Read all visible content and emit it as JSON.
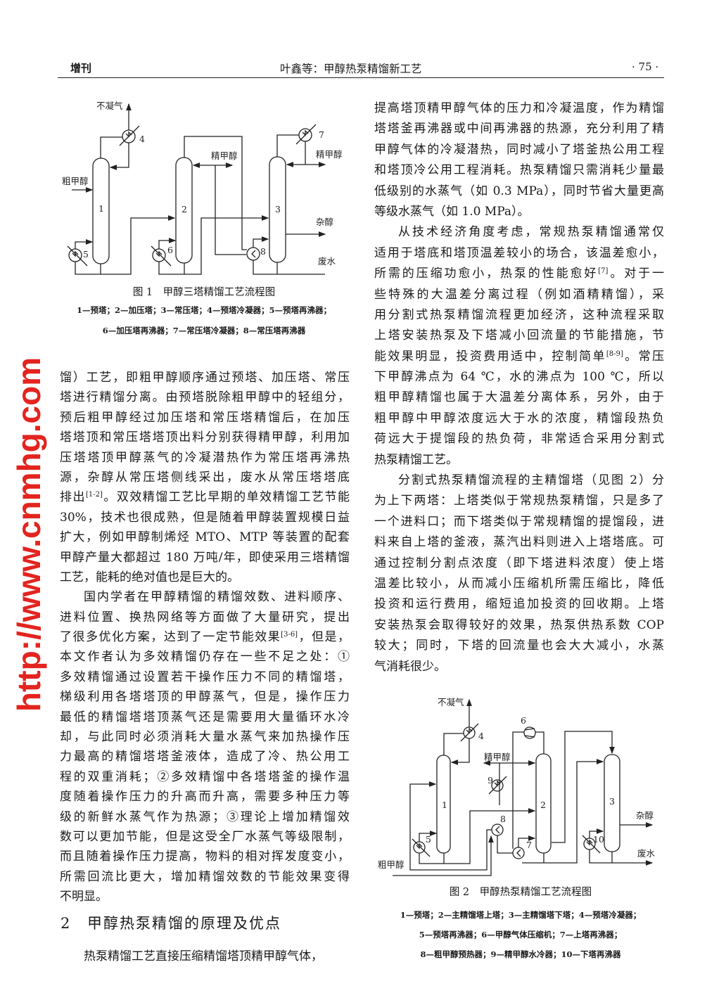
{
  "header": {
    "left": "增刊",
    "center": "叶鑫等：甲醇热泵精馏新工艺",
    "page": "· 75 ·"
  },
  "figure1": {
    "labels": {
      "noncondensable": "不凝气",
      "crude_methanol": "粗甲醇",
      "refined_methanol_a": "精甲醇",
      "refined_methanol_b": "精甲醇",
      "fusel": "杂醇",
      "wastewater": "废水",
      "n1": "1",
      "n2": "2",
      "n3": "3",
      "n4": "4",
      "n5": "5",
      "n6": "6",
      "n7": "7",
      "n8": "8"
    },
    "caption": "图 1　甲醇三塔精馏工艺流程图",
    "legend": [
      "1—预塔；2—加压塔；3—常压塔；4—预塔冷凝器；5—预塔再沸器；",
      "6—加压塔再沸器；7—常压塔冷凝器；8—常压塔再沸器"
    ]
  },
  "figure2": {
    "labels": {
      "noncondensable": "不凝气",
      "crude_methanol": "粗甲醇",
      "refined_methanol": "精甲醇",
      "fusel": "杂醇",
      "wastewater": "废水",
      "n1": "1",
      "n2": "2",
      "n3": "3",
      "n4": "4",
      "n5": "5",
      "n6": "6",
      "n7": "7",
      "n8": "8",
      "n9": "9",
      "n10": "10"
    },
    "caption": "图 2　甲醇热泵精馏工艺流程图",
    "legend": [
      "1—预塔；2—主精馏塔上塔；3—主精馏塔下塔；4—预塔冷凝器；",
      "5—预塔再沸器；6—甲醇气体压缩机；7—上塔再沸器；",
      "8—粗甲醇预热器；9—精甲醇水冷器；10—下塔再沸器"
    ]
  },
  "left_column": [
    {
      "indent": false,
      "lines": [
        "馏）工艺，即粗甲醇顺序通过预塔、加压塔、常压",
        "塔进行精馏分离。由预塔脱除粗甲醇中的轻组分，",
        "预后粗甲醇经过加压塔和常压塔精馏后，在加压",
        "塔塔顶和常压塔塔顶出料分别获得精甲醇，利用加",
        "压塔塔顶甲醇蒸气的冷凝潜热作为常压塔再沸热",
        "源，杂醇从常压塔侧线采出，废水从常压塔塔底",
        "排出{[1-2]}。双效精馏工艺比早期的单效精馏工艺节能",
        "30%，技术也很成熟，但是随着甲醇装置规模日益",
        "扩大，例如甲醇制烯烃 MTO、MTP 等装置的配套",
        "甲醇产量大都超过 180 万吨/年，即使采用三塔精馏",
        "工艺，能耗的绝对值也是巨大的。"
      ]
    },
    {
      "indent": true,
      "lines": [
        "国内学者在甲醇精馏的精馏效数、进料顺序、",
        "进料位置、换热网络等方面做了大量研究，提出",
        "了很多优化方案，达到了一定节能效果{[3-6]}，但是，",
        "本文作者认为多效精馏仍存在一些不足之处：①",
        "多效精馏通过设置若干操作压力不同的精馏塔，",
        "梯级利用各塔塔顶的甲醇蒸气，但是，操作压力",
        "最低的精馏塔塔顶蒸气还是需要用大量循环水冷",
        "却，与此同时必须消耗大量水蒸气来加热操作压",
        "力最高的精馏塔塔釜液体，造成了冷、热公用工",
        "程的双重消耗；②多效精馏中各塔塔釜的操作温",
        "度随着操作压力的升高而升高，需要多种压力等",
        "级的新鲜水蒸气作为热源；③理论上增加精馏效",
        "数可以更加节能，但是这受全厂水蒸气等级限制，",
        "而且随着操作压力提高，物料的相对挥发度变小，",
        "所需回流比更大，增加精馏效数的节能效果变得",
        "不明显。"
      ]
    }
  ],
  "section2": {
    "number": "2",
    "title": "甲醇热泵精馏的原理及优点"
  },
  "section2_para": {
    "indent": true,
    "lines": [
      "热泵精馏工艺直接压缩精馏塔顶精甲醇气体，"
    ]
  },
  "right_column": [
    {
      "indent": false,
      "lines": [
        "提高塔顶精甲醇气体的压力和冷凝温度，作为精馏",
        "塔塔釜再沸器或中间再沸器的热源，充分利用了精",
        "甲醇气体的冷凝潜热，同时减小了塔釜热公用工程",
        "和塔顶冷公用工程消耗。热泵精馏只需消耗少量最",
        "低级别的水蒸气（如 0.3 MPa），同时节省大量更高",
        "等级水蒸气（如 1.0 MPa）。"
      ]
    },
    {
      "indent": true,
      "lines": [
        "从技术经济角度考虑，常规热泵精馏通常仅",
        "适用于塔底和塔顶温差较小的场合，该温差愈小，",
        "所需的压缩功愈小，热泵的性能愈好{[7]}。对于一",
        "些特殊的大温差分离过程（例如酒精精馏），采",
        "用分割式热泵精馏流程更加经济，这种流程采取",
        "上塔安装热泵及下塔减小回流量的节能措施，节",
        "能效果明显，投资费用适中，控制简单{[8-9]}。常压",
        "下甲醇沸点为 64 ℃，水的沸点为 100 ℃，所以",
        "粗甲醇精馏也属于大温差分离体系，另外，由于",
        "粗甲醇中甲醇浓度远大于水的浓度，精馏段热负",
        "荷远大于提馏段的热负荷，非常适合采用分割式",
        "热泵精馏工艺。"
      ]
    },
    {
      "indent": true,
      "lines": [
        "分割式热泵精馏流程的主精馏塔（见图 2）分",
        "为上下两塔：上塔类似于常规热泵精馏，只是多了",
        "一个进料口；而下塔类似于常规精馏的提馏段，进",
        "料来自上塔的釜液，蒸汽出料则进入上塔塔底。可",
        "通过控制分割点浓度（即下塔进料浓度）使上塔",
        "温差比较小，从而减小压缩机所需压缩比，降低",
        "投资和运行费用，缩短追加投资的回收期。上塔",
        "安装热泵会取得较好的效果，热泵供热系数 COP",
        "较大；同时，下塔的回流量也会大大减小，水蒸",
        "气消耗很少。"
      ]
    }
  ],
  "watermark": "http://www.cnmhg.com"
}
